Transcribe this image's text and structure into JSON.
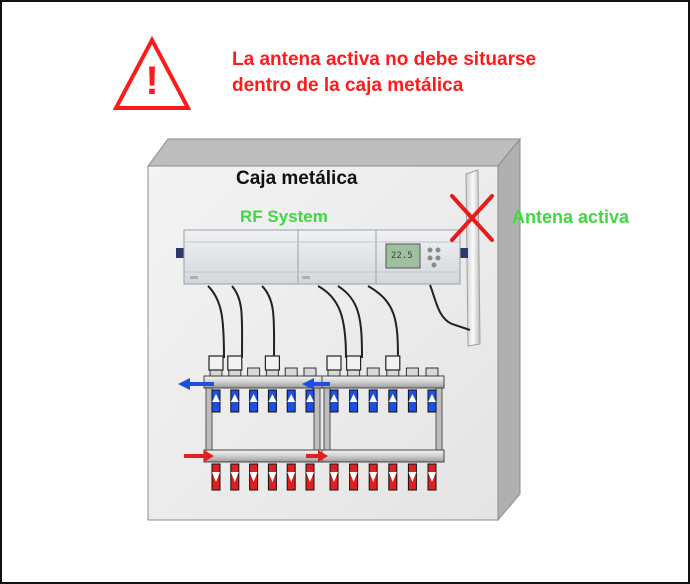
{
  "warning": {
    "line1": "La antena activa no debe situarse",
    "line2": "dentro de la caja metálica",
    "icon": "warning-triangle-icon",
    "icon_symbol": "!",
    "color": "#ff1a1a"
  },
  "labels": {
    "box": "Caja metálica",
    "rf_system": "RF System",
    "antenna": "Antena activa"
  },
  "controller": {
    "display": "22.5"
  },
  "status": {
    "antenna_inside_box": "not-allowed",
    "cross_icon": "red-x-icon",
    "cross_color": "#e81a1a"
  },
  "colors": {
    "label_green": "#3fd93f",
    "flow_out": "#1f4fe0",
    "flow_in": "#e02020"
  }
}
